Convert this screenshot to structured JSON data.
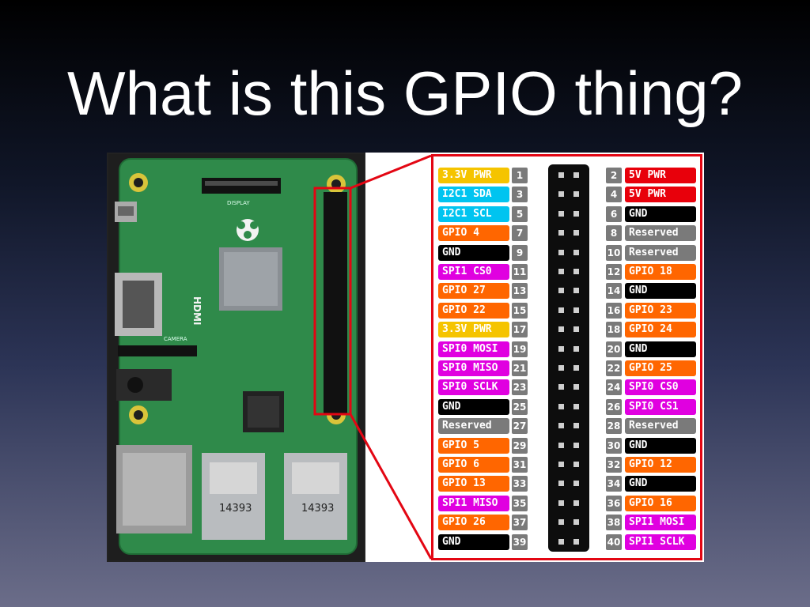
{
  "slide": {
    "title": "What is this GPIO thing?"
  },
  "board": {
    "labels": {
      "hdmi": "HDMI",
      "display": "DISPLAY",
      "camera": "CAMERA",
      "usb_a": "14393",
      "usb_b": "14393"
    }
  },
  "colors": {
    "pwr33": "#f5c400",
    "i2c": "#00c4f0",
    "gpio": "#ff6600",
    "gnd": "#000000",
    "spi": "#e000e0",
    "reserved": "#7a7a7a",
    "pwr5": "#e8000b",
    "frame": "#e30613"
  },
  "pins": [
    {
      "num": "1",
      "label": "3.3V PWR",
      "kind": "pwr33"
    },
    {
      "num": "2",
      "label": "5V PWR",
      "kind": "pwr5"
    },
    {
      "num": "3",
      "label": "I2C1 SDA",
      "kind": "i2c"
    },
    {
      "num": "4",
      "label": "5V PWR",
      "kind": "pwr5"
    },
    {
      "num": "5",
      "label": "I2C1 SCL",
      "kind": "i2c"
    },
    {
      "num": "6",
      "label": "GND",
      "kind": "gnd"
    },
    {
      "num": "7",
      "label": "GPIO 4",
      "kind": "gpio"
    },
    {
      "num": "8",
      "label": "Reserved",
      "kind": "reserved"
    },
    {
      "num": "9",
      "label": "GND",
      "kind": "gnd"
    },
    {
      "num": "10",
      "label": "Reserved",
      "kind": "reserved"
    },
    {
      "num": "11",
      "label": "SPI1 CS0",
      "kind": "spi"
    },
    {
      "num": "12",
      "label": "GPIO 18",
      "kind": "gpio"
    },
    {
      "num": "13",
      "label": "GPIO 27",
      "kind": "gpio"
    },
    {
      "num": "14",
      "label": "GND",
      "kind": "gnd"
    },
    {
      "num": "15",
      "label": "GPIO 22",
      "kind": "gpio"
    },
    {
      "num": "16",
      "label": "GPIO 23",
      "kind": "gpio"
    },
    {
      "num": "17",
      "label": "3.3V PWR",
      "kind": "pwr33"
    },
    {
      "num": "18",
      "label": "GPIO 24",
      "kind": "gpio"
    },
    {
      "num": "19",
      "label": "SPI0 MOSI",
      "kind": "spi"
    },
    {
      "num": "20",
      "label": "GND",
      "kind": "gnd"
    },
    {
      "num": "21",
      "label": "SPI0 MISO",
      "kind": "spi"
    },
    {
      "num": "22",
      "label": "GPIO 25",
      "kind": "gpio"
    },
    {
      "num": "23",
      "label": "SPI0 SCLK",
      "kind": "spi"
    },
    {
      "num": "24",
      "label": "SPI0 CS0",
      "kind": "spi"
    },
    {
      "num": "25",
      "label": "GND",
      "kind": "gnd"
    },
    {
      "num": "26",
      "label": "SPI0 CS1",
      "kind": "spi"
    },
    {
      "num": "27",
      "label": "Reserved",
      "kind": "reserved"
    },
    {
      "num": "28",
      "label": "Reserved",
      "kind": "reserved"
    },
    {
      "num": "29",
      "label": "GPIO 5",
      "kind": "gpio"
    },
    {
      "num": "30",
      "label": "GND",
      "kind": "gnd"
    },
    {
      "num": "31",
      "label": "GPIO 6",
      "kind": "gpio"
    },
    {
      "num": "32",
      "label": "GPIO 12",
      "kind": "gpio"
    },
    {
      "num": "33",
      "label": "GPIO 13",
      "kind": "gpio"
    },
    {
      "num": "34",
      "label": "GND",
      "kind": "gnd"
    },
    {
      "num": "35",
      "label": "SPI1 MISO",
      "kind": "spi"
    },
    {
      "num": "36",
      "label": "GPIO 16",
      "kind": "gpio"
    },
    {
      "num": "37",
      "label": "GPIO 26",
      "kind": "gpio"
    },
    {
      "num": "38",
      "label": "SPI1 MOSI",
      "kind": "spi"
    },
    {
      "num": "39",
      "label": "GND",
      "kind": "gnd"
    },
    {
      "num": "40",
      "label": "SPI1 SCLK",
      "kind": "spi"
    }
  ]
}
